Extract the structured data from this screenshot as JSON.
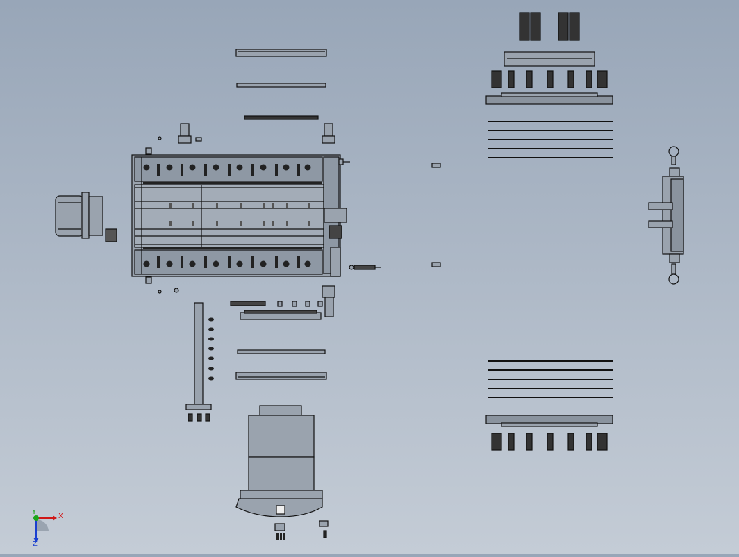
{
  "viewport": {
    "background_top": "#98a6b8",
    "background_bottom": "#c4ccd6",
    "line_color": "#111111",
    "part_fill": "#9aa3ae"
  },
  "triad": {
    "x_label": "X",
    "y_label": "Y",
    "z_label": "Z",
    "x_color": "#d01818",
    "y_color": "#1aa51a",
    "z_color": "#1a3fd0"
  }
}
